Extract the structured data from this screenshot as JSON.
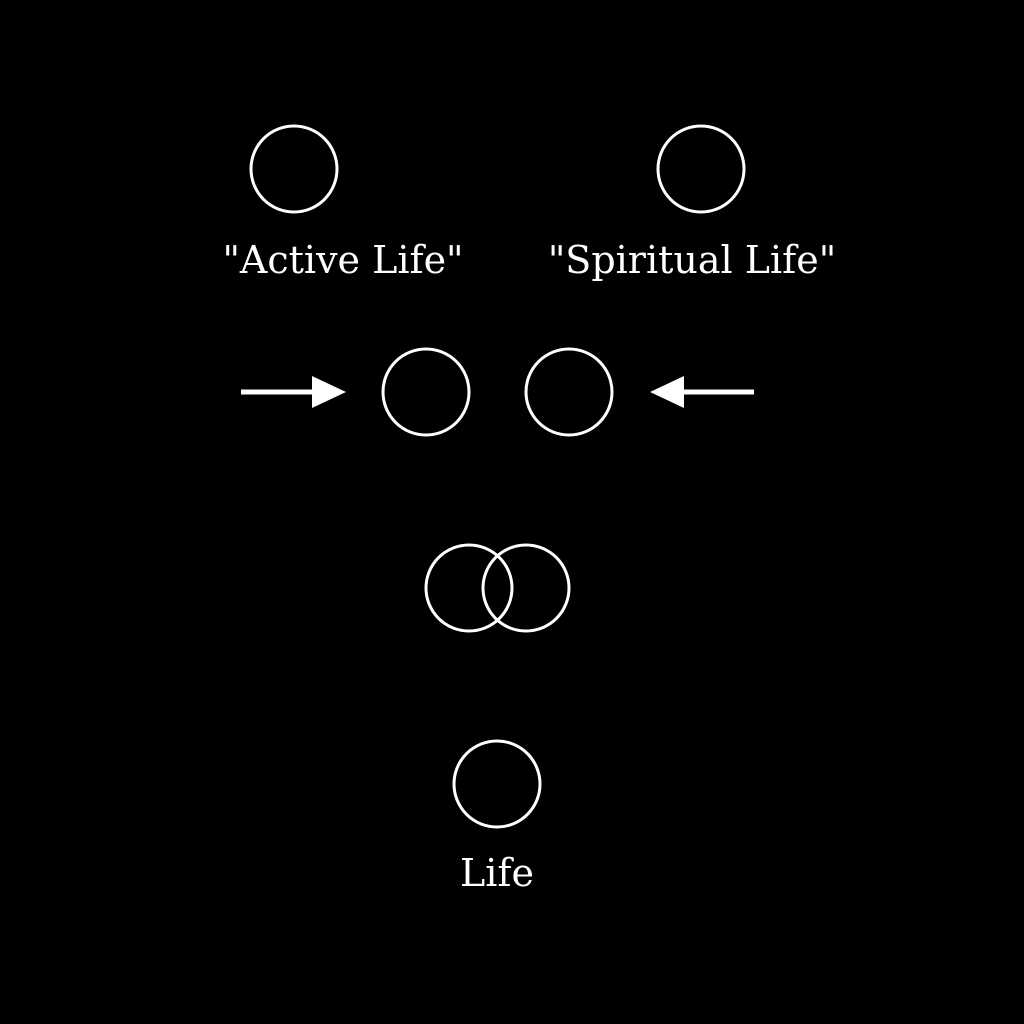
{
  "colors": {
    "background": "#000000",
    "stroke": "#ffffff",
    "text": "#ffffff"
  },
  "labels": {
    "active_life": "\"Active Life\"",
    "spiritual_life": "\"Spiritual Life\"",
    "life": "Life"
  },
  "icons": {
    "arrow_left": "arrow-right-icon",
    "arrow_right": "arrow-left-icon"
  }
}
